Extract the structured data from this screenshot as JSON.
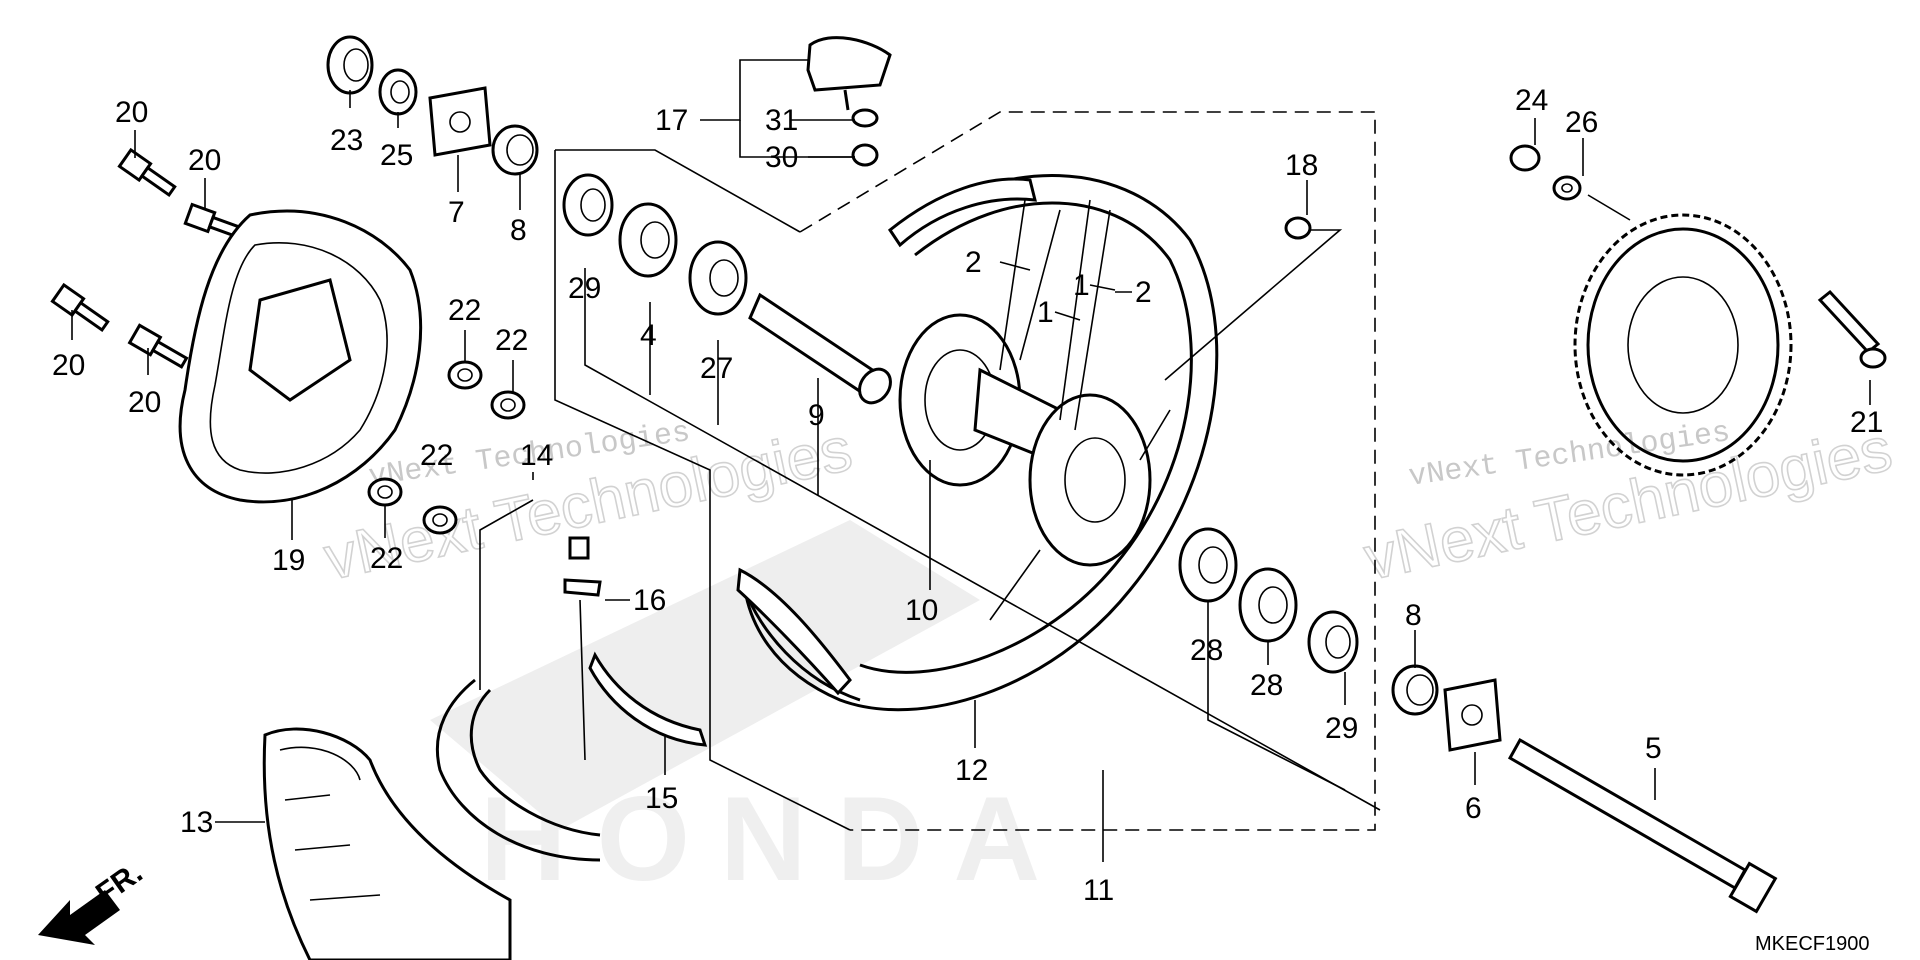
{
  "diagram": {
    "code": "MKECF1900",
    "direction": "FR.",
    "watermark_line1": "vNext Technologies",
    "watermark_line2": "vNext Technologies",
    "brand_watermark": "HONDA",
    "callouts": {
      "p1a": "1",
      "p1b": "1",
      "p2a": "2",
      "p2b": "2",
      "p4": "4",
      "p5": "5",
      "p6": "6",
      "p7": "7",
      "p8a": "8",
      "p8b": "8",
      "p9": "9",
      "p10": "10",
      "p11": "11",
      "p12": "12",
      "p13": "13",
      "p14": "14",
      "p15": "15",
      "p16": "16",
      "p17": "17",
      "p18": "18",
      "p19": "19",
      "p20a": "20",
      "p20b": "20",
      "p20c": "20",
      "p20d": "20",
      "p21": "21",
      "p22a": "22",
      "p22b": "22",
      "p22c": "22",
      "p22d": "22",
      "p23": "23",
      "p24": "24",
      "p25": "25",
      "p26": "26",
      "p27": "27",
      "p28a": "28",
      "p28b": "28",
      "p29a": "29",
      "p29b": "29",
      "p30": "30",
      "p31": "31"
    }
  }
}
